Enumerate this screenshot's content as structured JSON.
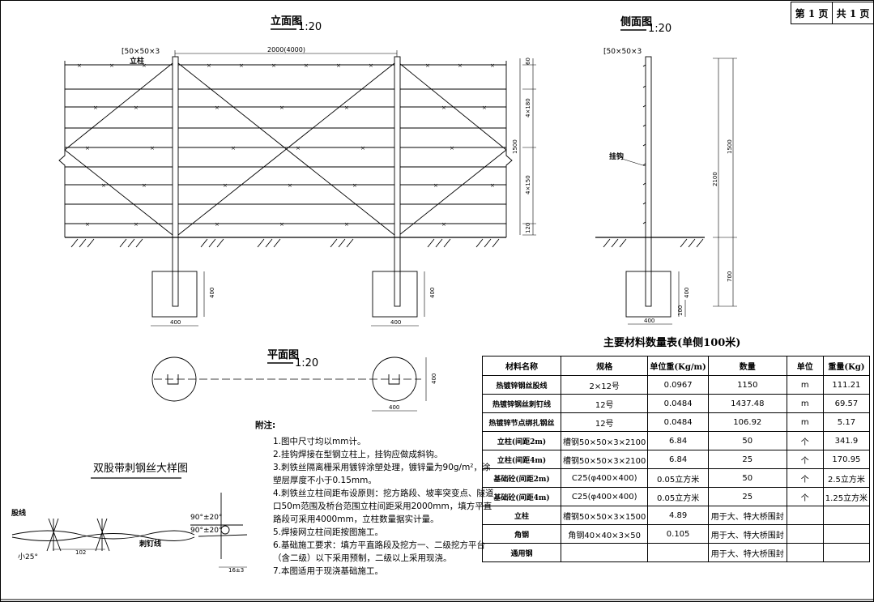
{
  "page": {
    "current": "第 1 页",
    "total": "共 1 页"
  },
  "elevation": {
    "title": "立面图",
    "scale": "1:20",
    "post_spec": "[50×50×3",
    "post_label": "立柱",
    "span_dim": "2000(4000)",
    "dims_right": [
      "60",
      "4×180",
      "1500",
      "4×150",
      "120"
    ],
    "foundation_height": "400",
    "foundation_width": "400"
  },
  "side": {
    "title": "侧面图",
    "scale": "1:20",
    "post_spec": "[50×50×3",
    "hook_label": "挂钩",
    "dims": [
      "1500",
      "2100",
      "700",
      "400",
      "100"
    ],
    "foundation_width": "400"
  },
  "plan": {
    "title": "平面图",
    "scale": "1:20",
    "dim_h": "400",
    "dim_w": "400"
  },
  "detail": {
    "title": "双股带刺钢丝大样图",
    "strand_label": "股线",
    "barb_label": "刺钉线",
    "angle_small": "小25°",
    "dim_102": "102",
    "angle1": "90°±20°",
    "angle2": "90°±20°",
    "dim_16": "16±3"
  },
  "notes": {
    "header": "附注:",
    "items": [
      "1.图中尺寸均以mm计。",
      "2.挂钩焊接在型钢立柱上，挂钩应做成斜钩。",
      "3.刺铁丝隔离栅采用镀锌涂塑处理，镀锌量为90g/m²，涂塑层厚度不小于0.15mm。",
      "4.刺铁丝立柱间距布设原则：挖方路段、坡率突变点、隧道口50m范围及桥台范围立柱间距采用2000mm，填方平直路段可采用4000mm，立柱数量据实计量。",
      "5.焊接网立柱间距按图施工。",
      "6.基础施工要求：填方平直路段及挖方一、二级挖方平台（含二级）以下采用预制，二级以上采用现浇。",
      "7.本图适用于现浇基础施工。"
    ]
  },
  "materials": {
    "title": "主要材料数量表(单侧100米)",
    "header": [
      "材料名称",
      "规格",
      "单位重(Kg/m)",
      "数量",
      "单位",
      "重量(Kg)"
    ],
    "rows": [
      [
        "热镀锌钢丝股线",
        "2×12号",
        "0.0967",
        "1150",
        "m",
        "111.21"
      ],
      [
        "热镀锌钢丝刺钉线",
        "12号",
        "0.0484",
        "1437.48",
        "m",
        "69.57"
      ],
      [
        "热镀锌节点绑扎钢丝",
        "12号",
        "0.0484",
        "106.92",
        "m",
        "5.17"
      ],
      [
        "立柱(间距2m)",
        "槽钢50×50×3×2100",
        "6.84",
        "50",
        "个",
        "341.9"
      ],
      [
        "立柱(间距4m)",
        "槽钢50×50×3×2100",
        "6.84",
        "25",
        "个",
        "170.95"
      ],
      [
        "基础砼(间距2m)",
        "C25(φ400×400)",
        "0.05立方米",
        "50",
        "个",
        "2.5立方米"
      ],
      [
        "基础砼(间距4m)",
        "C25(φ400×400)",
        "0.05立方米",
        "25",
        "个",
        "1.25立方米"
      ],
      [
        "立柱",
        "槽钢50×50×3×1500",
        "4.89",
        "用于大、特大桥围封",
        "",
        ""
      ],
      [
        "角钢",
        "角钢40×40×3×50",
        "0.105",
        "用于大、特大桥围封",
        "",
        ""
      ],
      [
        "通用钢",
        "",
        "",
        "用于大、特大桥围封",
        "",
        ""
      ]
    ]
  }
}
